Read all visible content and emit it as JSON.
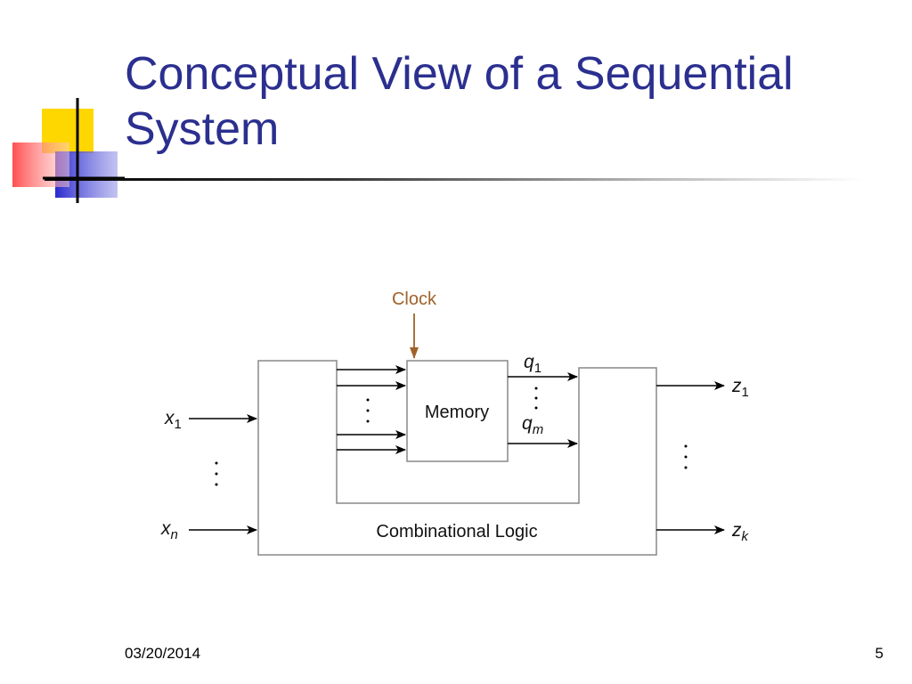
{
  "slide": {
    "title": "Conceptual View of a Sequential System",
    "date": "03/20/2014",
    "page_number": "5"
  },
  "diagram": {
    "clock_label": "Clock",
    "memory_label": "Memory",
    "combinational_label": "Combinational Logic",
    "inputs": [
      {
        "base": "x",
        "sub": "1"
      },
      {
        "base": "x",
        "sub": "n"
      }
    ],
    "outputs": [
      {
        "base": "z",
        "sub": "1"
      },
      {
        "base": "z",
        "sub": "k"
      }
    ],
    "states": [
      {
        "base": "q",
        "sub": "1"
      },
      {
        "base": "q",
        "sub": "m"
      }
    ],
    "colors": {
      "clock": "#a0622a",
      "title": "#2b2f8f",
      "deco_yellow": "#ffd700",
      "deco_red": "#ff3b3b",
      "deco_blue": "#2a2acf"
    }
  }
}
